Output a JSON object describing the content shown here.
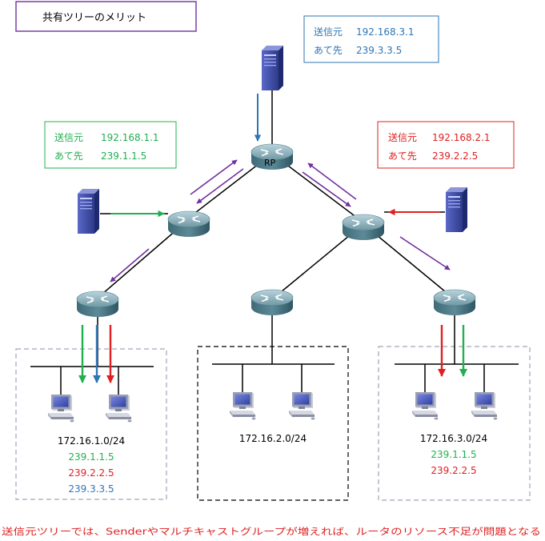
{
  "title": "共有ツリーのメリット",
  "rp_label": "RP",
  "sources": {
    "top": {
      "src_label": "送信元",
      "src": "192.168.3.1",
      "dst_label": "あて先",
      "dst": "239.3.3.5",
      "color": "#2e75b6"
    },
    "left": {
      "src_label": "送信元",
      "src": "192.168.1.1",
      "dst_label": "あて先",
      "dst": "239.1.1.5",
      "color": "#20b050"
    },
    "right": {
      "src_label": "送信元",
      "src": "192.168.2.1",
      "dst_label": "あて先",
      "dst": "239.2.2.5",
      "color": "#e02020"
    }
  },
  "subnets": {
    "left": {
      "network": "172.16.1.0/24",
      "groups": [
        "239.1.1.5",
        "239.2.2.5",
        "239.3.3.5"
      ]
    },
    "center": {
      "network": "172.16.2.0/24",
      "groups": []
    },
    "right": {
      "network": "172.16.3.0/24",
      "groups": [
        "239.1.1.5",
        "239.2.2.5"
      ]
    }
  },
  "footer": "送信元ツリーでは、Senderやマルチキャストグループが増えれば、ルータのリソース不足が問題となる",
  "colors": {
    "green": "#20b050",
    "red": "#e02020",
    "blue": "#2e75b6",
    "purple": "#7030a0",
    "title_border": "#7030a0",
    "footer": "#e02020"
  }
}
